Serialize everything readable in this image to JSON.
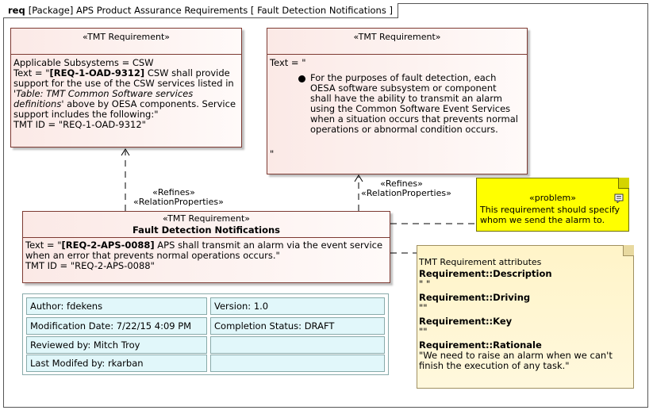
{
  "frame": {
    "kind": "req",
    "title": "[Package] APS Product Assurance Requirements [ Fault Detection Notifications ]"
  },
  "req1": {
    "stereotype": "«TMT Requirement»",
    "subsystems": "Applicable Subsystems = CSW",
    "text_prefix": "Text = \"",
    "id_bold": "[REQ-1-OAD-9312]",
    "text_main": " CSW shall provide support for the use of the CSW services listed in '",
    "text_italic": "Table: TMT Common Software services definitions",
    "text_tail": "' above by OESA components. Service support includes the following:\"",
    "tmt_id": "TMT ID = \"REQ-1-OAD-9312\""
  },
  "req2": {
    "stereotype": "«TMT Requirement»",
    "text_open": "Text = \"",
    "bullet": "For the purposes of fault detection, each OESA software subsystem or component shall have the ability to transmit an alarm using the Common Software Event Services when a situation occurs that prevents normal operations or abnormal condition occurs.",
    "text_close": "\""
  },
  "req3": {
    "stereotype": "«TMT Requirement»",
    "name": "Fault Detection Notifications",
    "text_prefix": "Text = \"",
    "id_bold": "[REQ-2-APS-0088]",
    "text_main": " APS shall transmit an alarm via the event service when an error that prevents normal operations occurs.\"",
    "tmt_id": "TMT ID = \"REQ-2-APS-0088\""
  },
  "relations": [
    {
      "line1": "«Refines»",
      "line2": "«RelationProperties»"
    },
    {
      "line1": "«Refines»",
      "line2": "«RelationProperties»"
    }
  ],
  "problem_note": {
    "stereotype": "«problem»",
    "text": "This requirement should specify whom we send the alarm to.",
    "icon": "note-icon"
  },
  "attributes_note": {
    "title": "TMT Requirement attributes",
    "entries": [
      {
        "key": "Requirement::Description",
        "value": "\" \""
      },
      {
        "key": "Requirement::Driving",
        "value": "\"\""
      },
      {
        "key": "Requirement::Key",
        "value": "\"\""
      },
      {
        "key": "Requirement::Rationale",
        "value": "\"We need to raise an alarm when we can't finish the execution of any task.\""
      }
    ]
  },
  "info_table": {
    "rows": [
      [
        "Author: fdekens",
        "Version: 1.0"
      ],
      [
        "Modification Date: 7/22/15 4:09 PM",
        "Completion Status: DRAFT"
      ],
      [
        "Reviewed by: Mitch Troy",
        ""
      ],
      [
        "Last Modifed by: rkarban",
        ""
      ]
    ]
  },
  "colors": {
    "requirement_fill": "#fbe9e6",
    "requirement_border": "#7d3a32",
    "problem_note_fill": "#ffff00",
    "attributes_note_fill": "#fff4c8",
    "table_cell_fill": "#e1f7fa"
  }
}
